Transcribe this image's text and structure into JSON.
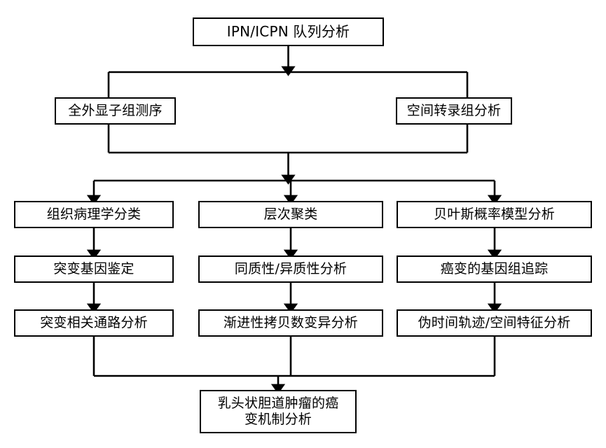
{
  "diagram": {
    "title": "IPN/ICPN cohort analysis workflow",
    "line_color": "#000000",
    "box_fill": "#ffffff",
    "box_border": "#000000"
  },
  "nodes": {
    "root": {
      "label": "IPN/ICPN 队列分析"
    },
    "branch": {
      "left": {
        "label": "全外显子组测序"
      },
      "right": {
        "label": "空间转录组分析"
      }
    },
    "columns": [
      {
        "id": "pathology",
        "steps": [
          {
            "label": "组织病理学分类"
          },
          {
            "label": "突变基因鉴定"
          },
          {
            "label": "突变相关通路分析"
          }
        ]
      },
      {
        "id": "clustering",
        "steps": [
          {
            "label": "层次聚类"
          },
          {
            "label": "同质性/异质性分析"
          },
          {
            "label": "渐进性拷贝数变异分析"
          }
        ]
      },
      {
        "id": "bayesian",
        "steps": [
          {
            "label": "贝叶斯概率模型分析"
          },
          {
            "label": "癌变的基因组追踪"
          },
          {
            "label": "伪时间轨迹/空间特征分析"
          }
        ]
      }
    ],
    "final": {
      "line1": "乳头状胆道肿瘤的癌",
      "line2": "变机制分析"
    }
  }
}
